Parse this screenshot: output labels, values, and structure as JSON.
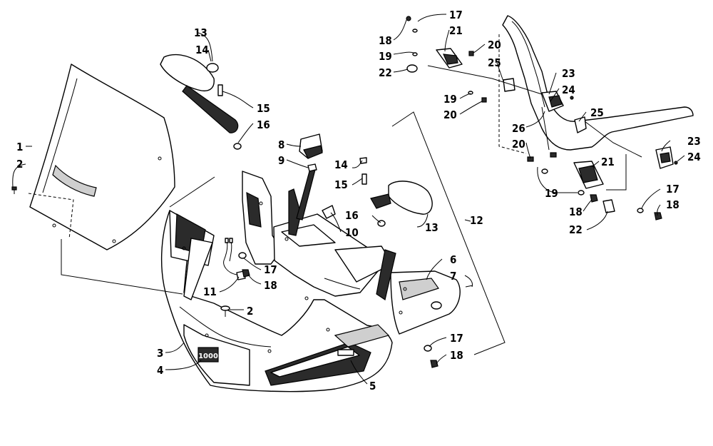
{
  "callouts": {
    "c1": "1",
    "c2a": "2",
    "c2b": "2",
    "c3": "3",
    "c4": "4",
    "c5": "5",
    "c6": "6",
    "c7": "7",
    "c8": "8",
    "c9": "9",
    "c10": "10",
    "c11": "11",
    "c12": "12",
    "c13a": "13",
    "c13b": "13",
    "c14a": "14",
    "c14b": "14",
    "c15a": "15",
    "c15b": "15",
    "c16a": "16",
    "c16b": "16",
    "c17a": "17",
    "c17b": "17",
    "c17c": "17",
    "c17d": "17",
    "c18a": "18",
    "c18b": "18",
    "c18c": "18",
    "c18d": "18",
    "c19a": "19",
    "c19b": "19",
    "c19c": "19",
    "c20a": "20",
    "c20b": "20",
    "c20c": "20",
    "c21a": "21",
    "c21b": "21",
    "c22a": "22",
    "c22b": "22",
    "c23a": "23",
    "c23b": "23",
    "c24a": "24",
    "c24b": "24",
    "c25a": "25",
    "c25b": "25",
    "c26": "26"
  },
  "badge_text": "1000",
  "colors": {
    "line": "#000000",
    "fill": "#ffffff",
    "shade": "#2b2b2b"
  }
}
